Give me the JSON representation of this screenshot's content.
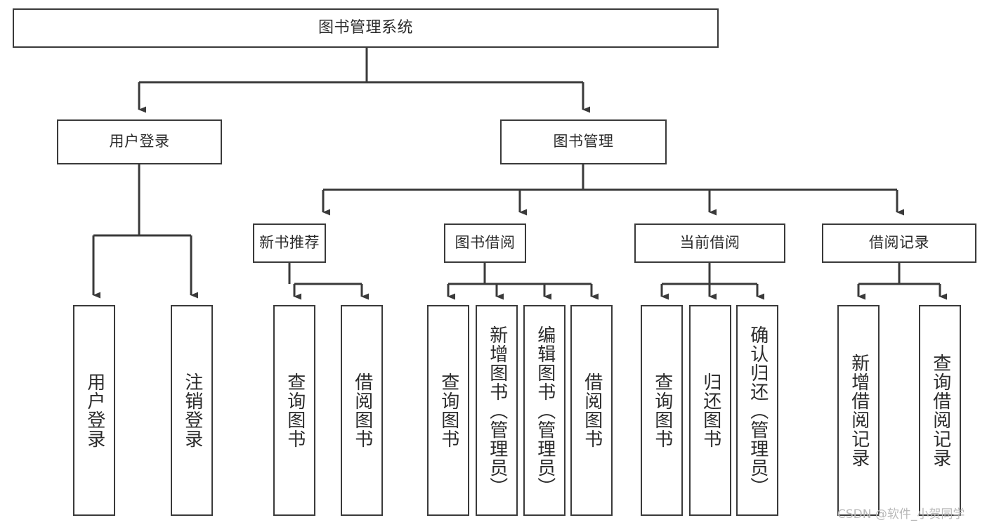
{
  "diagram": {
    "title": "图书管理系统",
    "type": "hierarchy-tree",
    "root": {
      "id": "root",
      "label": "图书管理系统"
    },
    "level2": [
      {
        "id": "user-login",
        "label": "用户登录"
      },
      {
        "id": "book-manage",
        "label": "图书管理"
      }
    ],
    "level3": [
      {
        "id": "new-book-recommend",
        "label": "新书推荐"
      },
      {
        "id": "book-borrow",
        "label": "图书借阅"
      },
      {
        "id": "current-borrow",
        "label": "当前借阅"
      },
      {
        "id": "borrow-record",
        "label": "借阅记录"
      }
    ],
    "leaves": {
      "user_login": [
        {
          "id": "leaf-user-login",
          "label": "用户登录"
        },
        {
          "id": "leaf-user-logout",
          "label": "注销登录"
        }
      ],
      "new_book_recommend": [
        {
          "id": "leaf-query-book-1",
          "label": "查询图书"
        },
        {
          "id": "leaf-borrow-book-1",
          "label": "借阅图书"
        }
      ],
      "book_borrow": [
        {
          "id": "leaf-query-book-2",
          "label": "查询图书"
        },
        {
          "id": "leaf-add-book",
          "label": "新增图书（管理员）"
        },
        {
          "id": "leaf-edit-book",
          "label": "编辑图书（管理员）"
        },
        {
          "id": "leaf-borrow-book-2",
          "label": "借阅图书"
        }
      ],
      "current_borrow": [
        {
          "id": "leaf-query-book-3",
          "label": "查询图书"
        },
        {
          "id": "leaf-return-book",
          "label": "归还图书"
        },
        {
          "id": "leaf-confirm-return",
          "label": "确认归还（管理员）"
        }
      ],
      "borrow_record": [
        {
          "id": "leaf-add-record",
          "label": "新增借阅记录"
        },
        {
          "id": "leaf-query-record",
          "label": "查询借阅记录"
        }
      ]
    }
  },
  "watermark": {
    "text": "CSDN @软件_小贺同学"
  },
  "colors": {
    "stroke": "#3a3a3a",
    "background": "#ffffff",
    "text": "#2b2b2b",
    "watermark": "#b9b9b9"
  }
}
